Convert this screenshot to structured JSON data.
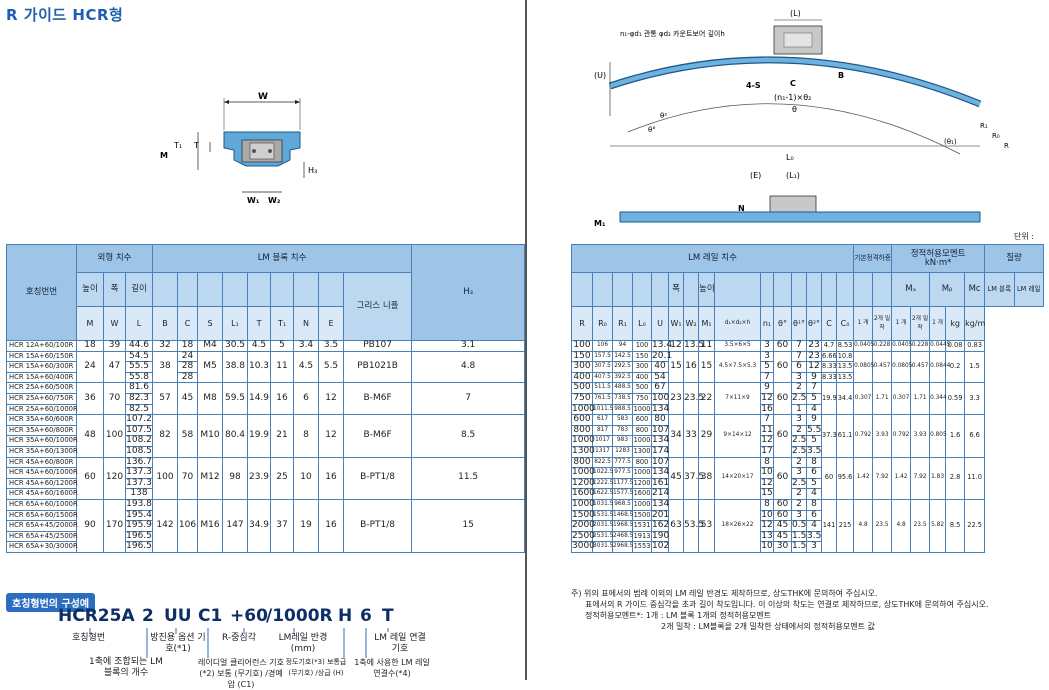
{
  "title": "R 가이드 HCR형",
  "unit_note": "단위 :",
  "diagram_labels": {
    "W": "W",
    "M": "M",
    "T1": "T₁",
    "T": "T",
    "H3": "H₃",
    "W1": "W₁",
    "W2": "W₂",
    "arc_note": "n₁-φd₁ 관통 φd₂ 카운트보어 깊이h",
    "L": "(L)",
    "U": "(U)",
    "S": "4-S",
    "C": "C",
    "B": "B",
    "pitch": "(n₁-1)×θ₂",
    "theta": "θ",
    "theta2": "θ²",
    "theta_r": "θ°",
    "theta1": "(θ₁)",
    "R1": "R₁",
    "R0": "R₀",
    "R": "R",
    "L0": "L₀",
    "E": "(E)",
    "L1": "(L₁)",
    "N": "N",
    "M1": "M₁"
  },
  "left_table": {
    "h_model": "호칭번번",
    "h_outer": "외형 치수",
    "h_block": "LM 블록 치수",
    "h_h3": "H₃",
    "sub": {
      "height": "높이",
      "width": "폭",
      "length": "길이",
      "grease": "그리스 니플"
    },
    "units": [
      "M",
      "W",
      "L",
      "B",
      "C",
      "S",
      "L₁",
      "T",
      "T₁",
      "N",
      "E"
    ],
    "groups": [
      {
        "models": [
          "HCR 12A+60/100R"
        ],
        "M": "18",
        "W": "39",
        "L": [
          "44.6"
        ],
        "B": "32",
        "C": [
          "18"
        ],
        "S": "M4",
        "L1": "30.5",
        "T": "4.5",
        "T1": "5",
        "N": "3.4",
        "E": "3.5",
        "grease": "PB107",
        "H3": "3.1"
      },
      {
        "models": [
          "HCR 15A+60/150R",
          "HCR 15A+60/300R",
          "HCR 15A+60/400R"
        ],
        "M": "24",
        "W": "47",
        "L": [
          "54.5",
          "55.5",
          "55.8"
        ],
        "B": "38",
        "C": [
          "24",
          "28",
          "28"
        ],
        "S": "M5",
        "L1": "38.8",
        "T": "10.3",
        "T1": "11",
        "N": "4.5",
        "E": "5.5",
        "grease": "PB1021B",
        "H3": "4.8"
      },
      {
        "models": [
          "HCR 25A+60/500R",
          "HCR 25A+60/750R",
          "HCR 25A+60/1000R"
        ],
        "M": "36",
        "W": "70",
        "L": [
          "81.6",
          "82.3",
          "82.5"
        ],
        "B": "57",
        "C": [
          "45"
        ],
        "S": "M8",
        "L1": "59.5",
        "T": "14.9",
        "T1": "16",
        "N": "6",
        "E": "12",
        "grease": "B-M6F",
        "H3": "7"
      },
      {
        "models": [
          "HCR 35A+60/600R",
          "HCR 35A+60/800R",
          "HCR 35A+60/1000R",
          "HCR 35A+60/1300R"
        ],
        "M": "48",
        "W": "100",
        "L": [
          "107.2",
          "107.5",
          "108.2",
          "108.5"
        ],
        "B": "82",
        "C": [
          "58"
        ],
        "S": "M10",
        "L1": "80.4",
        "T": "19.9",
        "T1": "21",
        "N": "8",
        "E": "12",
        "grease": "B-M6F",
        "H3": "8.5"
      },
      {
        "models": [
          "HCR 45A+60/800R",
          "HCR 45A+60/1000R",
          "HCR 45A+60/1200R",
          "HCR 45A+60/1600R"
        ],
        "M": "60",
        "W": "120",
        "L": [
          "136.7",
          "137.3",
          "137.3",
          "138"
        ],
        "B": "100",
        "C": [
          "70"
        ],
        "S": "M12",
        "L1": "98",
        "T": "23.9",
        "T1": "25",
        "N": "10",
        "E": "16",
        "grease": "B-PT1/8",
        "H3": "11.5"
      },
      {
        "models": [
          "HCR 65A+60/1000R",
          "HCR 65A+60/1500R",
          "HCR 65A+45/2000R",
          "HCR 65A+45/2500R",
          "HCR 65A+30/3000R"
        ],
        "M": "90",
        "W": "170",
        "L": [
          "193.8",
          "195.4",
          "195.9",
          "196.5",
          "196.5"
        ],
        "B": "142",
        "C": [
          "106"
        ],
        "S": "M16",
        "L1": "147",
        "T": "34.9",
        "T1": "37",
        "N": "19",
        "E": "16",
        "grease": "B-PT1/8",
        "H3": "15"
      }
    ]
  },
  "right_table": {
    "h_rail": "LM 레일 치수",
    "h_basic": "기본정격하중",
    "h_moment": "정적허용모멘트",
    "h_moment_unit": "kN·m*",
    "h_mass": "질량",
    "sub": {
      "width": "폭",
      "height": "높이",
      "block": "LM 블록",
      "rail": "LM 레일"
    },
    "units": [
      "R",
      "R₀",
      "R₁",
      "L₀",
      "U",
      "W₁",
      "W₂",
      "M₁",
      "d₁×d₂×h",
      "n₁",
      "θ°",
      "θ¹°",
      "θ²°",
      "C",
      "C₀"
    ],
    "moment_syms": [
      "Mₐ",
      "Mᵦ",
      "Mc"
    ],
    "one": "1 개",
    "two": "2개 밀착",
    "mass_units": [
      "kg",
      "kg/m"
    ],
    "groups": [
      {
        "rows": [
          [
            "100",
            "106",
            "94",
            "100",
            "13.4"
          ]
        ],
        "W1": "12",
        "W2": "13.5",
        "M1": "11",
        "d": "3.5×6×5",
        "n1": [
          "3"
        ],
        "th": [
          "60"
        ],
        "th1": [
          "7"
        ],
        "th2": [
          "23"
        ],
        "C": "4.7",
        "C0": "8.53",
        "MA1": "0.0405",
        "MA2": "0.228",
        "MB1": "0.0405",
        "MB2": "0.228",
        "MC": "0.0445",
        "blk": "0.08",
        "rail": "0.83"
      },
      {
        "rows": [
          [
            "150",
            "157.5",
            "142.5",
            "150",
            "20.1"
          ],
          [
            "300",
            "307.5",
            "292.5",
            "300",
            "40"
          ],
          [
            "400",
            "407.5",
            "392.5",
            "400",
            "54"
          ]
        ],
        "W1": "15",
        "W2": "16",
        "M1": "15",
        "d": "4.5×7.5×5.3",
        "n1": [
          "3",
          "5",
          "7"
        ],
        "th": [
          "60"
        ],
        "th1": [
          "7",
          "6",
          "3"
        ],
        "th2": [
          "23",
          "12",
          "9"
        ],
        "C": "",
        "C0": "",
        "C_list": [
          "6.66",
          "8.33",
          "8.33"
        ],
        "C0_list": [
          "10.8",
          "13.5",
          "13.5"
        ],
        "MA1": "0.0805",
        "MA2": "0.457",
        "MB1": "0.0805",
        "MB2": "0.457",
        "MC": "0.0844",
        "blk": "0.2",
        "rail": "1.5"
      },
      {
        "rows": [
          [
            "500",
            "511.5",
            "488.5",
            "500",
            "67"
          ],
          [
            "750",
            "761.5",
            "738.5",
            "750",
            "100"
          ],
          [
            "1000",
            "1011.5",
            "988.5",
            "1000",
            "134"
          ]
        ],
        "W1": "23",
        "W2": "23.5",
        "M1": "22",
        "d": "7×11×9",
        "n1": [
          "9",
          "12",
          "16"
        ],
        "th": [
          "60"
        ],
        "th1": [
          "2",
          "2.5",
          "1"
        ],
        "th2": [
          "7",
          "5",
          "4"
        ],
        "C": "19.9",
        "C0": "34.4",
        "MA1": "0.307",
        "MA2": "1.71",
        "MB1": "0.307",
        "MB2": "1.71",
        "MC": "0.344",
        "blk": "0.59",
        "rail": "3.3"
      },
      {
        "rows": [
          [
            "600",
            "617",
            "583",
            "600",
            "80"
          ],
          [
            "800",
            "817",
            "783",
            "800",
            "107"
          ],
          [
            "1000",
            "1017",
            "983",
            "1000",
            "134"
          ],
          [
            "1300",
            "1317",
            "1283",
            "1300",
            "174"
          ]
        ],
        "W1": "34",
        "W2": "33",
        "M1": "29",
        "d": "9×14×12",
        "n1": [
          "7",
          "11",
          "12",
          "17"
        ],
        "th": [
          "60"
        ],
        "th1": [
          "3",
          "2",
          "2.5",
          "2.5"
        ],
        "th2": [
          "9",
          "5.5",
          "5",
          "3.5"
        ],
        "C": "37.3",
        "C0": "61.1",
        "MA1": "0.792",
        "MA2": "3.93",
        "MB1": "0.792",
        "MB2": "3.93",
        "MC": "0.805",
        "blk": "1.6",
        "rail": "6.6"
      },
      {
        "rows": [
          [
            "800",
            "822.5",
            "777.5",
            "800",
            "107"
          ],
          [
            "1000",
            "1022.5",
            "977.5",
            "1000",
            "134"
          ],
          [
            "1200",
            "1222.5",
            "1177.5",
            "1200",
            "161"
          ],
          [
            "1600",
            "1622.5",
            "1577.5",
            "1600",
            "214"
          ]
        ],
        "W1": "45",
        "W2": "37.5",
        "M1": "38",
        "d": "14×20×17",
        "n1": [
          "8",
          "10",
          "12",
          "15"
        ],
        "th": [
          "60"
        ],
        "th1": [
          "2",
          "3",
          "2.5",
          "2"
        ],
        "th2": [
          "8",
          "6",
          "5",
          "4"
        ],
        "C": "60",
        "C0": "95.6",
        "MA1": "1.42",
        "MA2": "7.92",
        "MB1": "1.42",
        "MB2": "7.92",
        "MC": "1.83",
        "blk": "2.8",
        "rail": "11.0"
      },
      {
        "rows": [
          [
            "1000",
            "1031.5",
            "968.5",
            "1000",
            "134"
          ],
          [
            "1500",
            "1531.5",
            "1468.5",
            "1500",
            "201"
          ],
          [
            "2000",
            "2031.5",
            "1968.5",
            "1531",
            "162"
          ],
          [
            "2500",
            "2531.5",
            "2468.5",
            "1913",
            "190"
          ],
          [
            "3000",
            "3031.5",
            "2968.5",
            "1553",
            "102"
          ]
        ],
        "W1": "63",
        "W2": "53.5",
        "M1": "53",
        "d": "18×26×22",
        "n1": [
          "8",
          "10",
          "12",
          "13",
          "10"
        ],
        "th": [
          "60",
          "60",
          "45",
          "45",
          "30"
        ],
        "th1": [
          "2",
          "3",
          "0.5",
          "1.5",
          "1.5"
        ],
        "th2": [
          "8",
          "6",
          "4",
          "3.5",
          "3"
        ],
        "C": "141",
        "C0": "215",
        "MA1": "4.8",
        "MA2": "23.5",
        "MB1": "4.8",
        "MB2": "23.5",
        "MC": "5.82",
        "blk": "8.5",
        "rail": "22.5"
      }
    ]
  },
  "config": {
    "title": "호칭형번의 구성예",
    "code": {
      "a": "HCR25A",
      "b": "2",
      "c": "UU",
      "d": "C1",
      "e": "+60",
      "f": "/1000R",
      "g": "H",
      "h": "6",
      "i": "T"
    },
    "l_model": "호칭형번",
    "l_seal": "방진용 옵션 기호(*1)",
    "l_rsign": "R-중심각",
    "l_radius": "LM레일 반경 (mm)",
    "l_railjoint": "LM 레일 연결 기호",
    "l_blocks": "1축에 조합되는 LM 블록의 개수",
    "l_clearance": "레이디얼 클리어런스 기호(*2) 보통 (무기호) /경예압 (C1)",
    "l_accuracy": "정도기호(*3) 보통급(무기호) /상급 (H)",
    "l_rails": "1축에 사용한 LM 레일 연결수(*4)"
  },
  "notes": {
    "n1": "주) 위의 표에서의 범례 이외의 LM 레일 반경도 제작하므로, 상도THK에 문의하여 주십시오.",
    "n2": "표에서의 R 가이드 중심각을 초과 길이 착도입니다. 이 이상의 착도는 연결로 제작하므로, 상도THK에 문의하여 주십시오.",
    "n3": "정적허용모멘트*: 1개 : LM 블록 1개의 정적허용모멘트",
    "n4": "2개 밀착 : LM블록을 2개 밀착한 상태에서의 정적허용모멘트 값"
  }
}
